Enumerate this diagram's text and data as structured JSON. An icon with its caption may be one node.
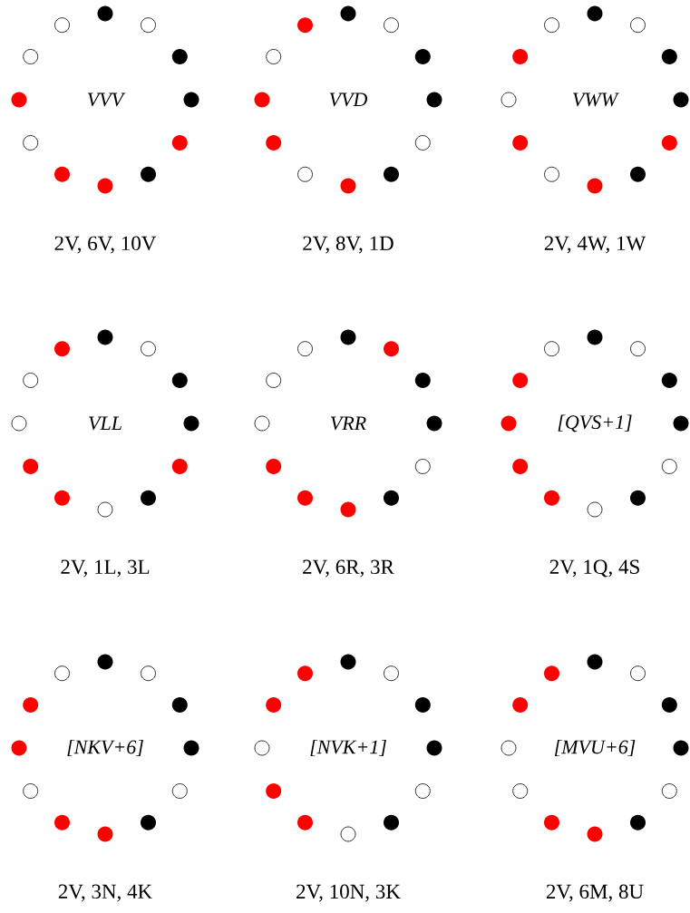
{
  "diagram": {
    "labels": [
      "VVV",
      "VVD",
      "VWW",
      "2V, 6V, 10V",
      "2V, 8V, 1D",
      "2V, 4W, 1W",
      "VLL",
      "VRR",
      "[QVS+1]",
      "2V, 1L, 3L",
      "2V, 6R, 3R",
      "2V, 1Q, 4S",
      "[NKV+6]",
      "[NVK+1]",
      "[MVU+6]",
      "2V, 3N, 4K",
      "2V, 10N, 3K",
      "2V, 6M, 8U"
    ]
  }
}
